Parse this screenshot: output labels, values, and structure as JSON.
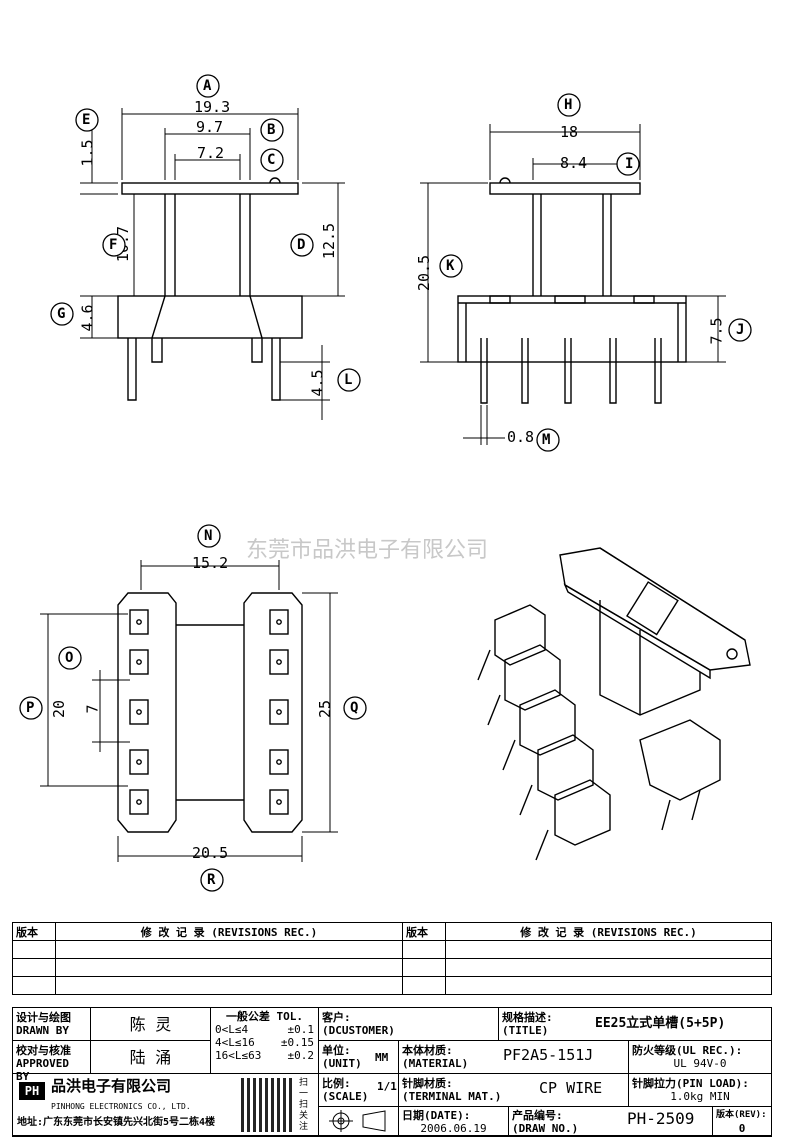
{
  "drawing": {
    "watermark": "东莞市品洪电子有限公司",
    "labels": {
      "A": "A",
      "B": "B",
      "C": "C",
      "D": "D",
      "E": "E",
      "F": "F",
      "G": "G",
      "H": "H",
      "I": "I",
      "K": "K",
      "J": "J",
      "L": "L",
      "M": "M",
      "N": "N",
      "O": "O",
      "P": "P",
      "Q": "Q",
      "R": "R"
    },
    "dims": {
      "A": "19.3",
      "B": "9.7",
      "C": "7.2",
      "D": "12.5",
      "E": "1.5",
      "F": "10.7",
      "G": "4.6",
      "L": "4.5",
      "H": "18",
      "I": "8.4",
      "K": "20.5",
      "J": "7.5",
      "M": "0.8",
      "N": "15.2",
      "O": "7",
      "P": "20",
      "Q": "25",
      "R": "20.5"
    }
  },
  "revisions": {
    "col1": "版本",
    "col2": "修 改 记 录 (REVISIONS REC.)",
    "col3": "版本",
    "col4": "修 改 记 录 (REVISIONS REC.)"
  },
  "title_block": {
    "designer_label": "设计与绘图",
    "designer_label_en": "DRAWN BY",
    "designer": "陈 灵",
    "checker_label": "校对与核准",
    "checker_label_en": "APPROVED BY",
    "checker": "陆 涌",
    "tol_title": "一般公差 TOL.",
    "tol_rows": [
      {
        "range": "0<L≤4",
        "val": "±0.1"
      },
      {
        "range": "4<L≤16",
        "val": "±0.15"
      },
      {
        "range": "16<L≤63",
        "val": "±0.2"
      }
    ],
    "customer_label": "客户:",
    "customer_label_en": "(DCUSTOMER)",
    "title_label": "规格描述:",
    "title_label_en": "(TITLE)",
    "title": "EE25立式单槽(5+5P)",
    "unit_label": "单位:",
    "unit_label_en": "(UNIT)",
    "unit": "MM",
    "material_label": "本体材质:",
    "material_label_en": "(MATERIAL)",
    "material": "PF2A5-151J",
    "ul_label": "防火等级(UL REC.):",
    "ul": "UL 94V-0",
    "scale_label": "比例:",
    "scale_label_en": "(SCALE)",
    "scale": "1/1",
    "terminal_label": "针脚材质:",
    "terminal_label_en": "(TERMINAL MAT.)",
    "terminal": "CP WIRE",
    "pinload_label": "针脚拉力(PIN LOAD):",
    "pinload": "1.0kg MIN",
    "date_label": "日期(DATE):",
    "date": "2006.06.19",
    "drawno_label": "产品编号:",
    "drawno_label_en": "(DRAW NO.)",
    "drawno": "PH-2509",
    "rev_label": "版本(REV):",
    "rev": "0",
    "company_logo": "PH",
    "company": "品洪电子有限公司",
    "company_en": "PINHONG ELECTRONICS CO., LTD.",
    "address": "地址:广东东莞市长安镇先兴北街5号二栋4楼",
    "qr_side_text": "扫一扫关注"
  }
}
